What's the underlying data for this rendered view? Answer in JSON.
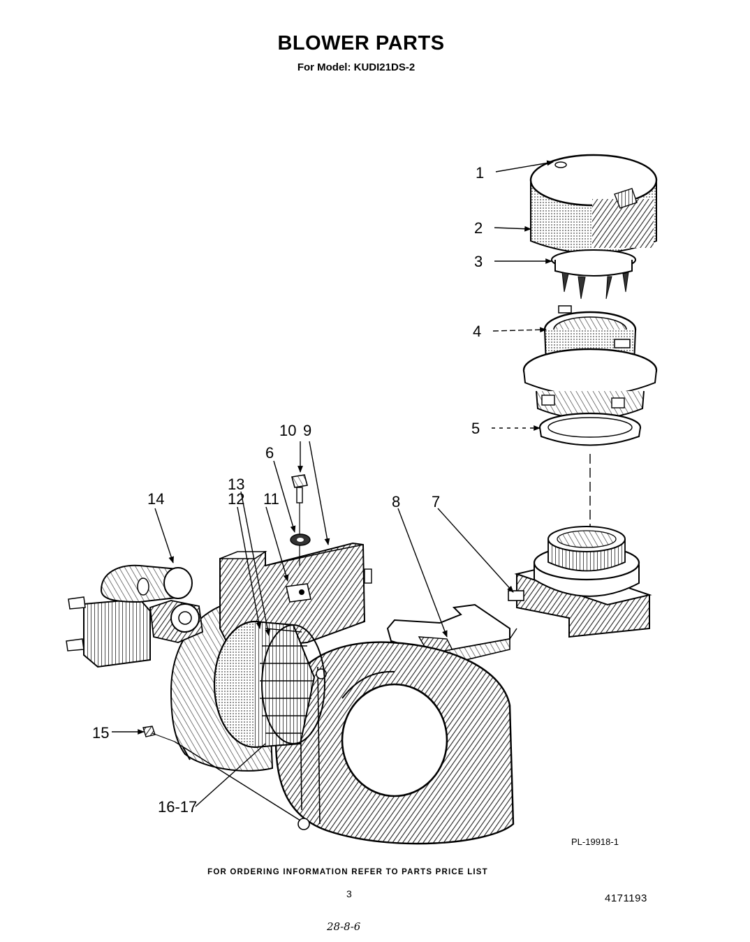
{
  "header": {
    "title": "BLOWER PARTS",
    "model_line": "For Model: KUDI21DS-2"
  },
  "callouts": {
    "c1": "1",
    "c2": "2",
    "c3": "3",
    "c4": "4",
    "c5": "5",
    "c6": "6",
    "c7": "7",
    "c8": "8",
    "c9": "9",
    "c10": "10",
    "c11": "11",
    "c12": "12",
    "c13": "13",
    "c14": "14",
    "c15": "15",
    "c16_17": "16-17"
  },
  "footer": {
    "plate_number": "PL-19918-1",
    "ordering_note": "FOR ORDERING INFORMATION REFER TO PARTS PRICE LIST",
    "page_number": "3",
    "document_number": "4171193",
    "handwritten_note": "28-8-6"
  }
}
